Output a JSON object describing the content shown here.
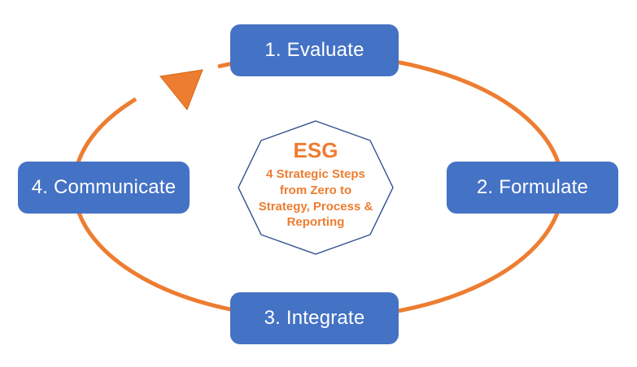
{
  "diagram": {
    "center": {
      "heading": "ESG",
      "subtitle_lines": {
        "0": "4 Strategic Steps",
        "1": "from Zero to",
        "2": "Strategy, Process &",
        "3": "Reporting"
      }
    },
    "steps": [
      {
        "id": 1,
        "label": "1. Evaluate",
        "position": "top"
      },
      {
        "id": 2,
        "label": "2. Formulate",
        "position": "right"
      },
      {
        "id": 3,
        "label": "3. Integrate",
        "position": "bottom"
      },
      {
        "id": 4,
        "label": "4. Communicate",
        "position": "left"
      }
    ],
    "colors": {
      "step_box": "#4472C4",
      "step_text": "#FFFFFF",
      "cycle_arrow": "#ED7D31",
      "center_text": "#ED7D31",
      "octagon_border": "#2E4E8E"
    }
  }
}
